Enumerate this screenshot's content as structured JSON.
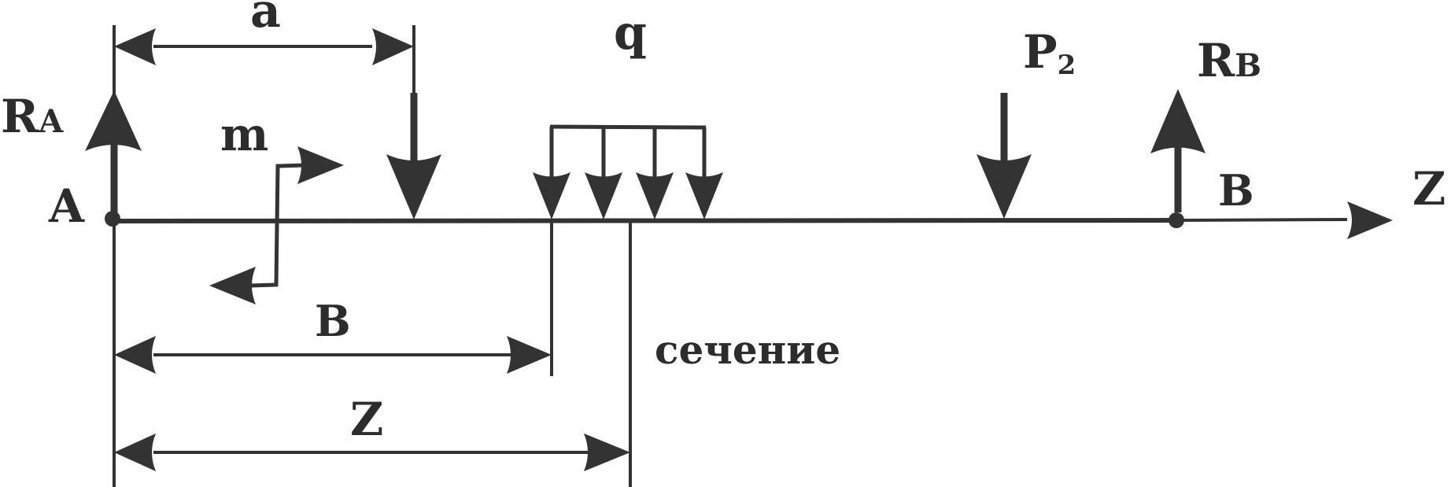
{
  "labels": {
    "dim_a": "a",
    "load_q": "q",
    "force_p2_main": "P",
    "force_p2_sub": "2",
    "reaction_a_main": "R",
    "reaction_a_sub": "A",
    "reaction_b_main": "R",
    "reaction_b_sub": "B",
    "moment_m": "m",
    "point_a": "A",
    "point_b": "B",
    "axis_z": "Z",
    "dim_b": "B",
    "dim_z": "Z",
    "section": "сечение"
  },
  "colors": {
    "ink": "#333333",
    "background": "#ffffff"
  }
}
